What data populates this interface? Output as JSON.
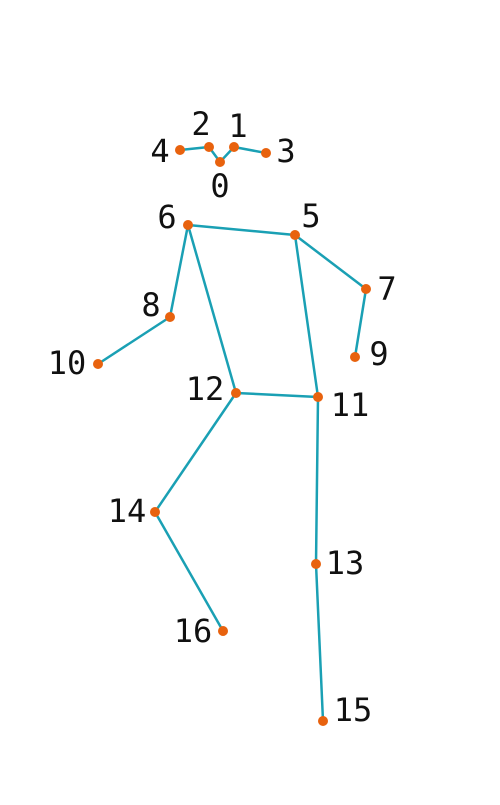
{
  "colors": {
    "bone": "#1aa0b4",
    "joint": "#e8620e",
    "label": "#111111",
    "background": "#ffffff"
  },
  "keypoints": [
    {
      "id": "0",
      "label": "0"
    },
    {
      "id": "1",
      "label": "1"
    },
    {
      "id": "2",
      "label": "2"
    },
    {
      "id": "3",
      "label": "3"
    },
    {
      "id": "4",
      "label": "4"
    },
    {
      "id": "5",
      "label": "5"
    },
    {
      "id": "6",
      "label": "6"
    },
    {
      "id": "7",
      "label": "7"
    },
    {
      "id": "8",
      "label": "8"
    },
    {
      "id": "9",
      "label": "9"
    },
    {
      "id": "10",
      "label": "10"
    },
    {
      "id": "11",
      "label": "11"
    },
    {
      "id": "12",
      "label": "12"
    },
    {
      "id": "13",
      "label": "13"
    },
    {
      "id": "14",
      "label": "14"
    },
    {
      "id": "15",
      "label": "15"
    },
    {
      "id": "16",
      "label": "16"
    }
  ],
  "edges": [
    [
      "0",
      "1"
    ],
    [
      "0",
      "2"
    ],
    [
      "1",
      "3"
    ],
    [
      "2",
      "4"
    ],
    [
      "5",
      "6"
    ],
    [
      "5",
      "7"
    ],
    [
      "7",
      "9"
    ],
    [
      "6",
      "8"
    ],
    [
      "8",
      "10"
    ],
    [
      "5",
      "11"
    ],
    [
      "6",
      "12"
    ],
    [
      "11",
      "12"
    ],
    [
      "11",
      "13"
    ],
    [
      "13",
      "15"
    ],
    [
      "12",
      "14"
    ],
    [
      "14",
      "16"
    ]
  ]
}
